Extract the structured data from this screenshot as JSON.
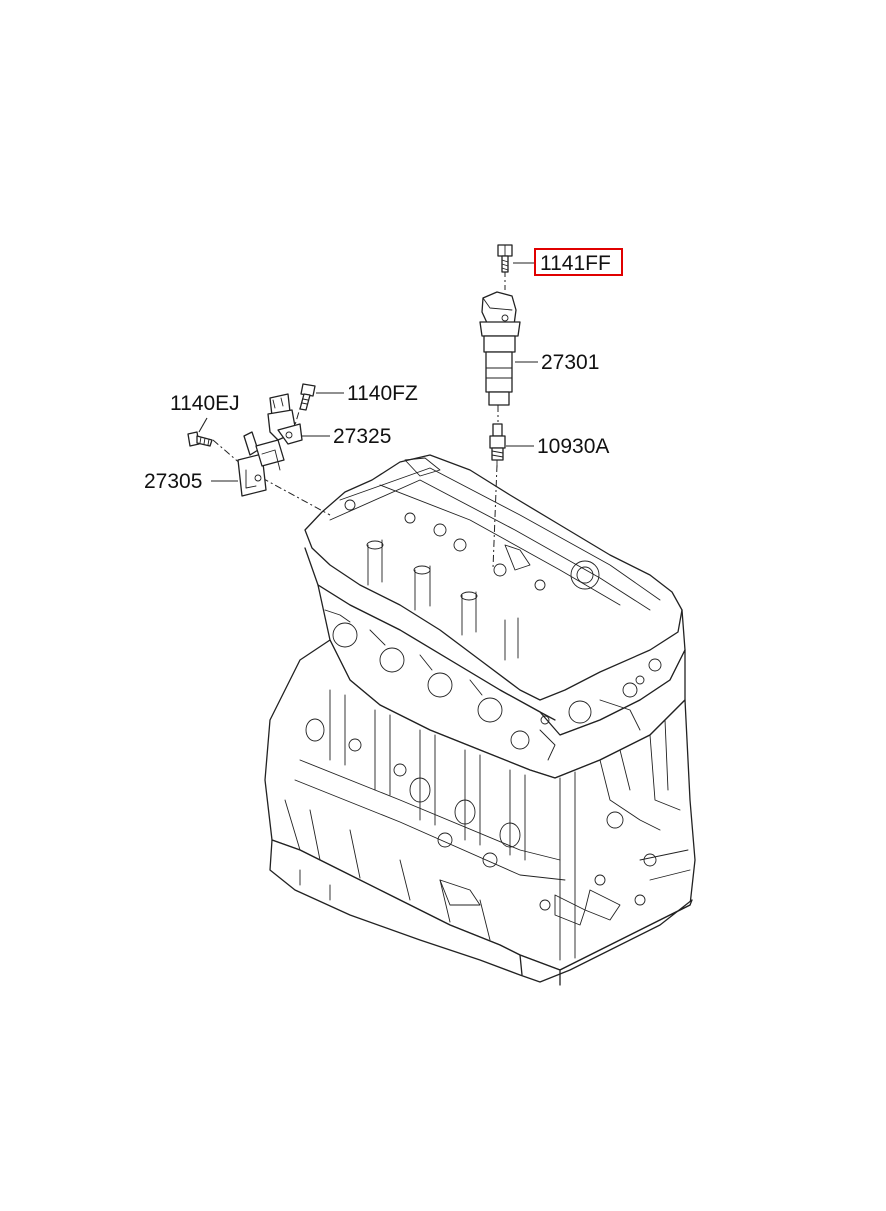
{
  "labels": {
    "bolt_coil": "1141FF",
    "ignition_coil": "27301",
    "bolt_sensor": "1140FZ",
    "bolt_bracket": "1140EJ",
    "cam_sensor": "27325",
    "bracket": "27305",
    "spark_plug": "10930A"
  },
  "highlight_color": "#e00000"
}
